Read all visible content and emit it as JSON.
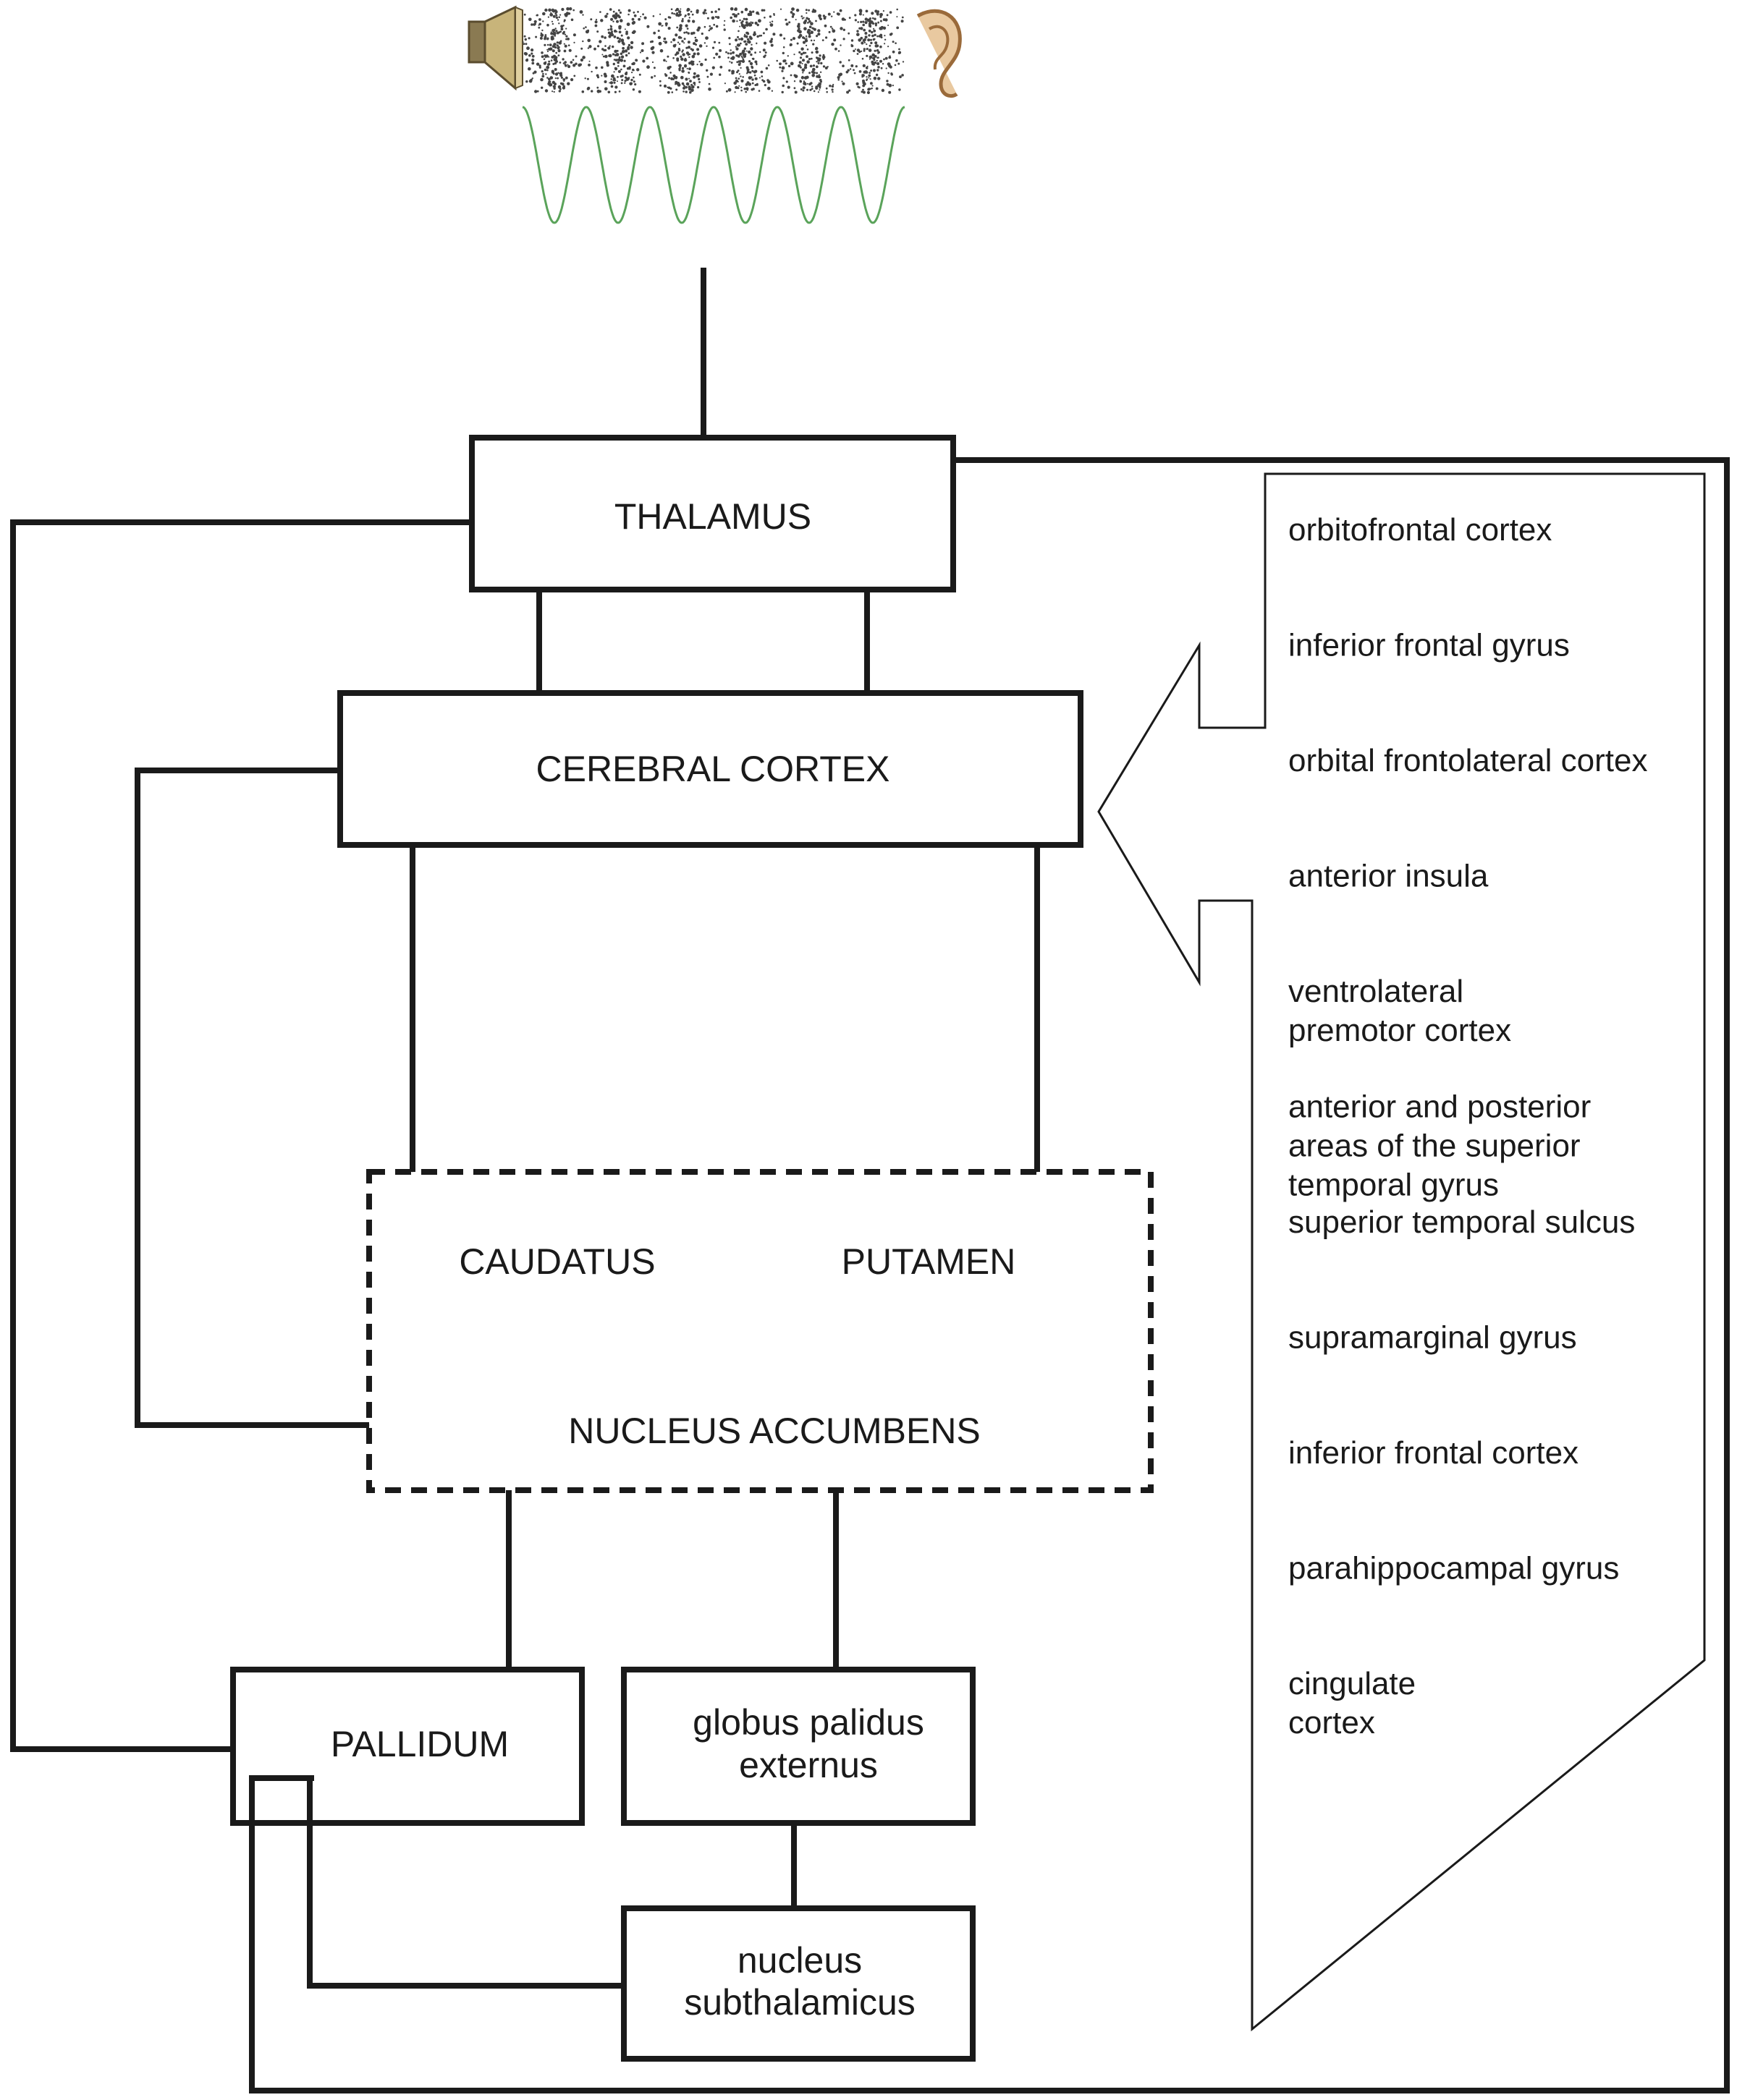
{
  "boxes": {
    "thalamus": "THALAMUS",
    "cerebral_cortex": "CEREBRAL CORTEX",
    "caudatus": "CAUDATUS",
    "putamen": "PUTAMEN",
    "nucleus_accumbens": "NUCLEUS ACCUMBENS",
    "pallidum": "PALLIDUM",
    "gpe_line1": "globus palidus",
    "gpe_line2": "externus",
    "sth_line1": "nucleus",
    "sth_line2": "subthalamicus"
  },
  "regions": [
    [
      "orbitofrontal cortex"
    ],
    [
      "inferior frontal gyrus"
    ],
    [
      "orbital frontolateral cortex"
    ],
    [
      "anterior insula"
    ],
    [
      "ventrolateral",
      "premotor cortex"
    ],
    [
      "anterior and posterior",
      "areas of the superior",
      "temporal gyrus"
    ],
    [
      "superior temporal sulcus"
    ],
    [
      "supramarginal gyrus"
    ],
    [
      "inferior frontal cortex"
    ],
    [
      "parahippocampal gyrus"
    ],
    [
      "cingulate",
      "cortex"
    ]
  ],
  "icons": {
    "speaker": "speaker-icon",
    "ear": "ear-icon",
    "sound_wave": "sound-wave"
  },
  "colors": {
    "wave": "#5aa35a",
    "stroke": "#1a1a1a"
  }
}
